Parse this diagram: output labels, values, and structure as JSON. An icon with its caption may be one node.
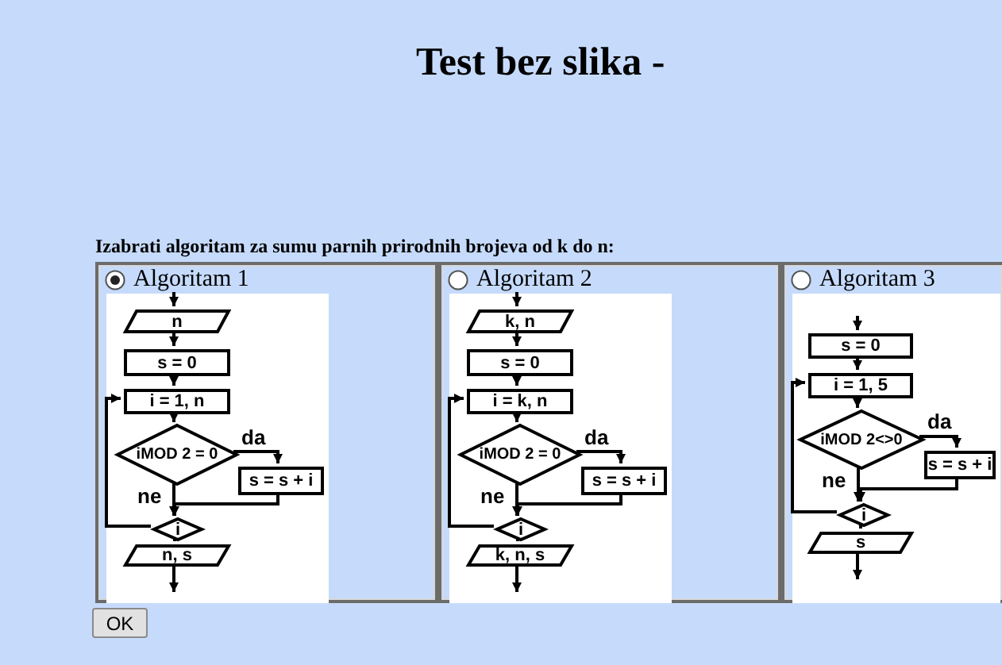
{
  "diagram": {
    "title": "Test bez slika -",
    "nodes": [
      {
        "text": [
          "Algoritam 1"
        ]
      },
      {
        "text": [
          "n"
        ],
        "in": 0
      },
      {
        "text": [
          "s = 0"
        ],
        "in": 0
      },
      {
        "text": [
          "i = 1, n"
        ],
        "in": 0
      },
      {
        "text": [
          "iMOD 2 = 0"
        ],
        "in": 0
      },
      {
        "text": [
          "s = s + i"
        ],
        "in": 0
      },
      {
        "text": [
          "i"
        ],
        "in": 0
      },
      {
        "text": [
          "n, s"
        ],
        "in": 0
      },
      {
        "text": [
          "Algoritam 2"
        ]
      },
      {
        "text": [
          "k, n"
        ],
        "in": 8
      },
      {
        "text": [
          "s = 0"
        ],
        "in": 8
      },
      {
        "text": [
          "i = k, n"
        ],
        "in": 8
      },
      {
        "text": [
          "iMOD 2 = 0"
        ],
        "in": 8
      },
      {
        "text": [
          "s = s + i"
        ],
        "in": 8
      },
      {
        "text": [
          "i"
        ],
        "in": 8
      },
      {
        "text": [
          "k, n, s"
        ],
        "in": 8
      },
      {
        "text": [
          "Algoritam 3"
        ]
      },
      {
        "text": [
          "s = 0"
        ],
        "in": 16
      },
      {
        "text": [
          "i = 1, 5"
        ],
        "in": 16
      },
      {
        "text": [
          "iMOD 2<>0"
        ],
        "in": 16
      },
      {
        "text": [
          "s = s + i"
        ],
        "in": 16
      },
      {
        "text": [
          "i"
        ],
        "in": 16
      },
      {
        "text": [
          "s"
        ],
        "in": 16
      }
    ],
    "edges": [
      {
        "from": null,
        "to": 1,
        "arrow": "to"
      },
      {
        "from": 1,
        "to": 2,
        "arrow": "to"
      },
      {
        "from": 2,
        "to": 3,
        "arrow": "to"
      },
      {
        "from": 3,
        "to": 4,
        "arrow": "to"
      },
      {
        "from": 4,
        "to": 5,
        "arrow": "to",
        "label": "da"
      },
      {
        "from": 4,
        "to": 6,
        "arrow": "to",
        "label": "ne"
      },
      {
        "from": 5,
        "to": 6,
        "arrow": "to"
      },
      {
        "from": 6,
        "to": 3,
        "arrow": "to"
      },
      {
        "from": 6,
        "to": 7,
        "arrow": "to"
      },
      {
        "from": 7,
        "to": null,
        "arrow": "to"
      },
      {
        "from": null,
        "to": 9,
        "arrow": "to"
      },
      {
        "from": 9,
        "to": 10,
        "arrow": "to"
      },
      {
        "from": 10,
        "to": 11,
        "arrow": "to"
      },
      {
        "from": 11,
        "to": 12,
        "arrow": "to"
      },
      {
        "from": 12,
        "to": 13,
        "arrow": "to",
        "label": "da"
      },
      {
        "from": 12,
        "to": 14,
        "arrow": "to",
        "label": "ne"
      },
      {
        "from": 13,
        "to": 14,
        "arrow": "to"
      },
      {
        "from": 14,
        "to": 11,
        "arrow": "to"
      },
      {
        "from": 14,
        "to": 15,
        "arrow": "to"
      },
      {
        "from": 15,
        "to": null,
        "arrow": "to"
      },
      {
        "from": null,
        "to": 17,
        "arrow": "to"
      },
      {
        "from": 17,
        "to": 18,
        "arrow": "to"
      },
      {
        "from": 18,
        "to": 19,
        "arrow": "to"
      },
      {
        "from": 19,
        "to": 20,
        "arrow": "to",
        "label": "da"
      },
      {
        "from": 19,
        "to": 21,
        "arrow": "to",
        "label": "ne"
      },
      {
        "from": 20,
        "to": 21,
        "arrow": "to"
      },
      {
        "from": 21,
        "to": 18,
        "arrow": "to"
      },
      {
        "from": 21,
        "to": 22,
        "arrow": "to"
      },
      {
        "from": 22,
        "to": null,
        "arrow": "to"
      }
    ],
    "labels": [
      "Izabrati algoritam za sumu parnih prirodnih brojeva od k do n:",
      "OK"
    ]
  }
}
